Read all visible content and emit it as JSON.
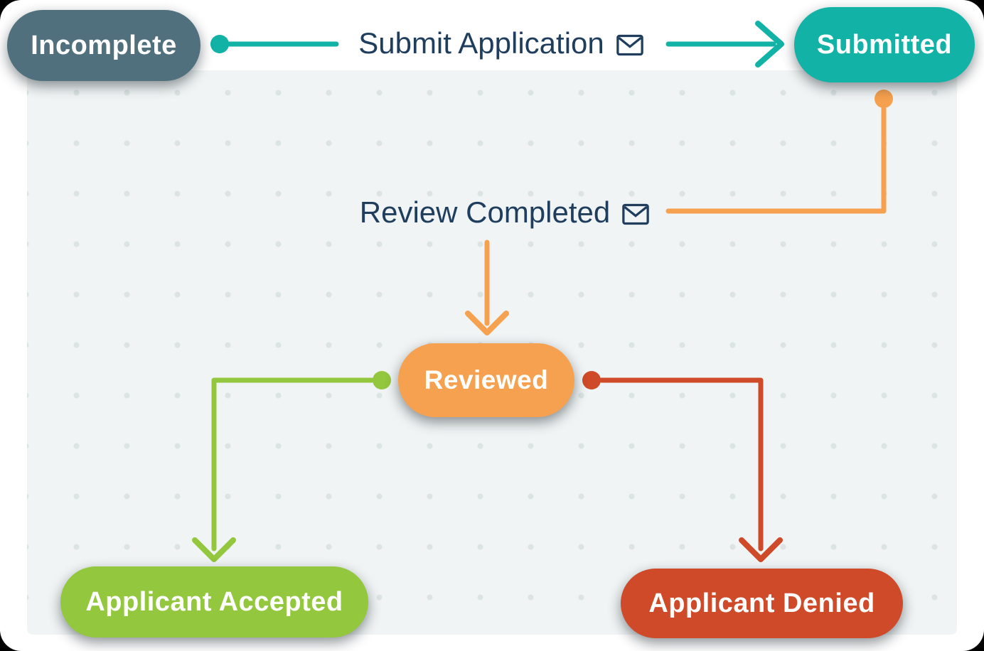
{
  "canvas": {
    "outer_background": "#000000",
    "page_background": "#FFFFFF",
    "panel_background": "#F0F4F4",
    "dot_color": "#DCE4E3"
  },
  "labels": {
    "text_color": "#1F3D5C"
  },
  "nodes": {
    "incomplete": {
      "label": "Incomplete",
      "color": "#51707D",
      "text_color": "#FFFFFF"
    },
    "submitted": {
      "label": "Submitted",
      "color": "#12B2A6",
      "text_color": "#FFFFFF"
    },
    "reviewed": {
      "label": "Reviewed",
      "color": "#F6A14F",
      "text_color": "#FFFFFF"
    },
    "applicant_accepted": {
      "label": "Applicant Accepted",
      "color": "#93C73D",
      "text_color": "#FFFFFF"
    },
    "applicant_denied": {
      "label": "Applicant Denied",
      "color": "#CE4A28",
      "text_color": "#FFFFFF"
    }
  },
  "edges": {
    "submit_application": {
      "label": "Submit Application",
      "icon": "envelope-icon",
      "color": "#12B2A6",
      "from": "Incomplete",
      "to": "Submitted"
    },
    "review_completed": {
      "label": "Review Completed",
      "icon": "envelope-icon",
      "color": "#F6A14F",
      "from": "Submitted",
      "to": "Reviewed"
    },
    "to_accepted": {
      "color": "#93C73D",
      "from": "Reviewed",
      "to": "Applicant Accepted"
    },
    "to_denied": {
      "color": "#CE4A28",
      "from": "Reviewed",
      "to": "Applicant Denied"
    }
  }
}
